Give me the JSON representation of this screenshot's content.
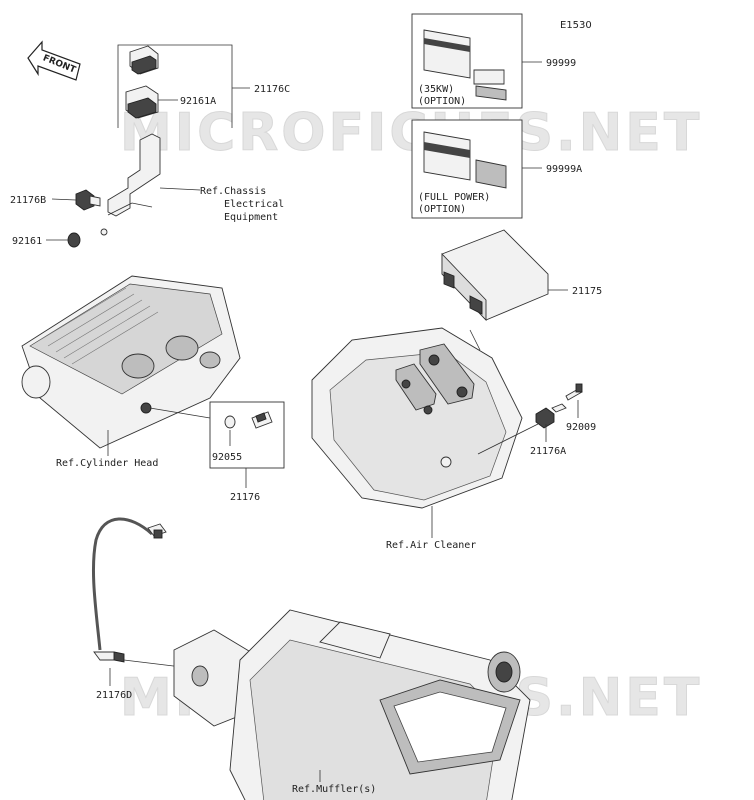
{
  "diagram_code": "E1530",
  "front_label": "FRONT",
  "watermark": "MICROFICHES.NET",
  "labels": {
    "p21176C": "21176C",
    "p92161A": "92161A",
    "p21176B": "21176B",
    "p92161": "92161",
    "ref_chassis_1": "Ref.Chassis",
    "ref_chassis_2": "Electrical",
    "ref_chassis_3": "Equipment",
    "p99999": "99999",
    "opt35_1": "(35KW)",
    "opt35_2": "(OPTION)",
    "p99999A": "99999A",
    "optfull_1": "(FULL POWER)",
    "optfull_2": "(OPTION)",
    "p21175": "21175",
    "ref_cyl": "Ref.Cylinder Head",
    "p92055": "92055",
    "p21176": "21176",
    "p92009": "92009",
    "p21176A": "21176A",
    "ref_air": "Ref.Air Cleaner",
    "p21176D": "21176D",
    "ref_muffler": "Ref.Muffler(s)"
  }
}
